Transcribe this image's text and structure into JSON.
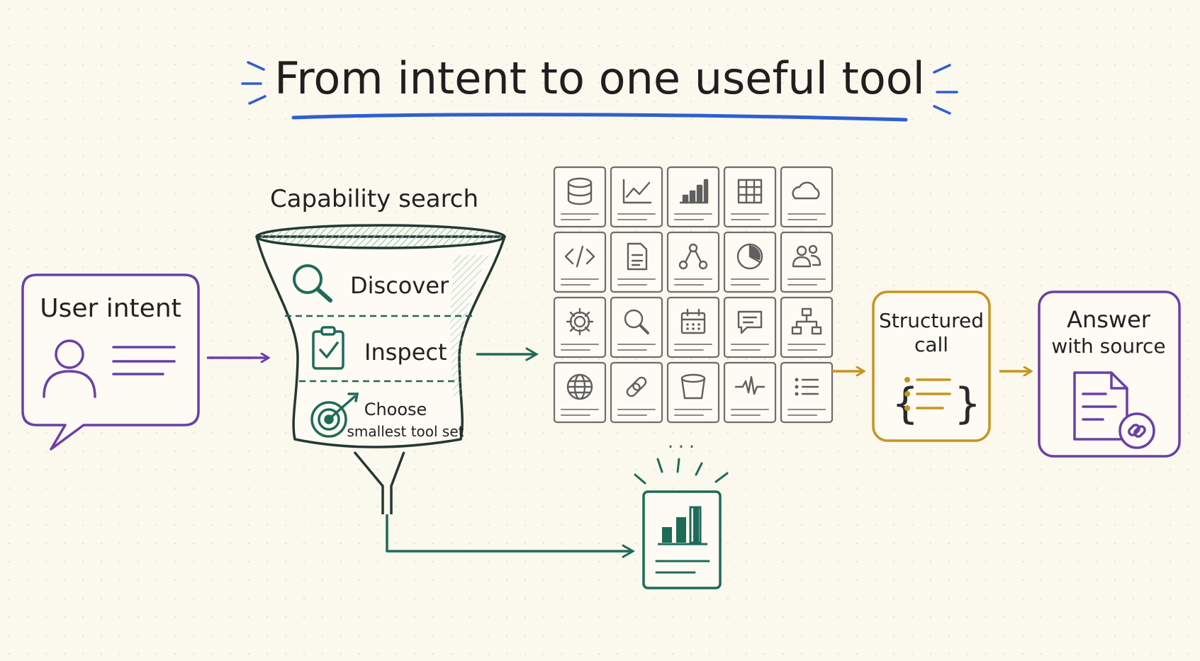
{
  "title": "From intent to one useful tool",
  "user_intent": {
    "label": "User intent"
  },
  "capability_search": {
    "label": "Capability search",
    "steps": [
      {
        "label": "Discover"
      },
      {
        "label": "Inspect"
      },
      {
        "label_line1": "Choose",
        "label_line2": "smallest tool set"
      }
    ]
  },
  "tool_grid": {
    "icons": [
      "database-icon",
      "line-chart-icon",
      "bar-chart-icon",
      "table-icon",
      "cloud-icon",
      "code-icon",
      "document-icon",
      "network-icon",
      "pie-chart-icon",
      "users-icon",
      "gear-icon",
      "search-icon",
      "calendar-icon",
      "chat-icon",
      "org-chart-icon",
      "globe-icon",
      "link-icon",
      "bucket-icon",
      "waveform-icon",
      "list-icon"
    ],
    "more_indicator": "..."
  },
  "selected_tool": {
    "icon": "bar-chart-icon"
  },
  "structured_call": {
    "label_line1": "Structured",
    "label_line2": "call"
  },
  "answer": {
    "label_line1": "Answer",
    "label_line2": "with source"
  },
  "colors": {
    "purple": "#6b3fa8",
    "teal": "#1e6b57",
    "gold": "#c8941e",
    "blue": "#2f5fd0",
    "gray": "#777777",
    "ink": "#222222"
  }
}
